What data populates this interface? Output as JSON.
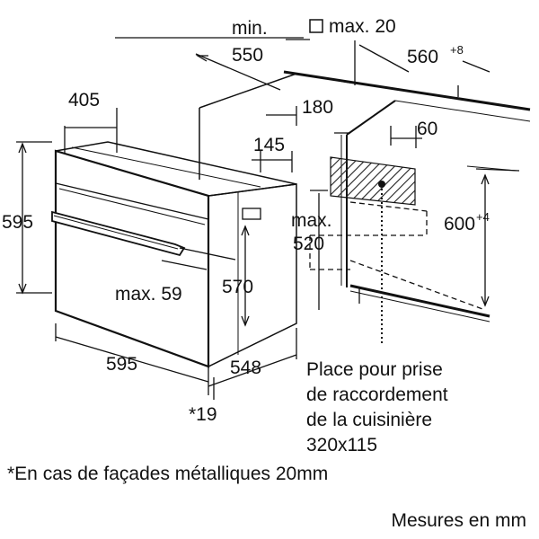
{
  "dimensions": {
    "min_label": "min.",
    "depth_min": "550",
    "max_label": "max. 20",
    "width_cabinet": "560",
    "width_cabinet_tol": "+8",
    "d405": "405",
    "d180": "180",
    "d60": "60",
    "d145": "145",
    "max_text": "max.",
    "d520": "520",
    "height_595": "595",
    "height_600": "600",
    "height_600_tol": "+4",
    "max59": "max. 59",
    "d570": "570",
    "width_595": "595",
    "depth_548": "548",
    "d19": "*19"
  },
  "notes": {
    "socket_lines": [
      "Place pour prise",
      "de raccordement",
      "de la cuisinière",
      "320x115"
    ],
    "footnote": "*En cas de façades métalliques 20mm",
    "units": "Mesures en mm"
  }
}
